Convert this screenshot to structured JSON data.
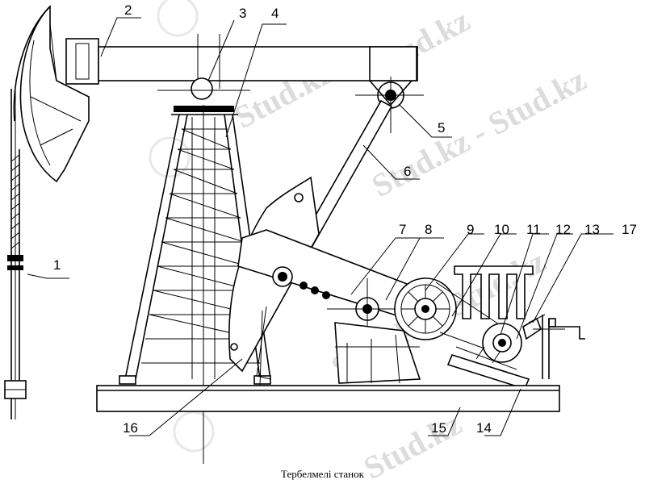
{
  "caption": "Тербелмелі станок",
  "watermark": "Stud.kz",
  "watermark_dashed": "Stud.kz - Stud.kz",
  "labels": [
    "1",
    "2",
    "3",
    "4",
    "5",
    "6",
    "7",
    "8",
    "9",
    "10",
    "11",
    "12",
    "13",
    "14",
    "15",
    "16",
    "17"
  ]
}
